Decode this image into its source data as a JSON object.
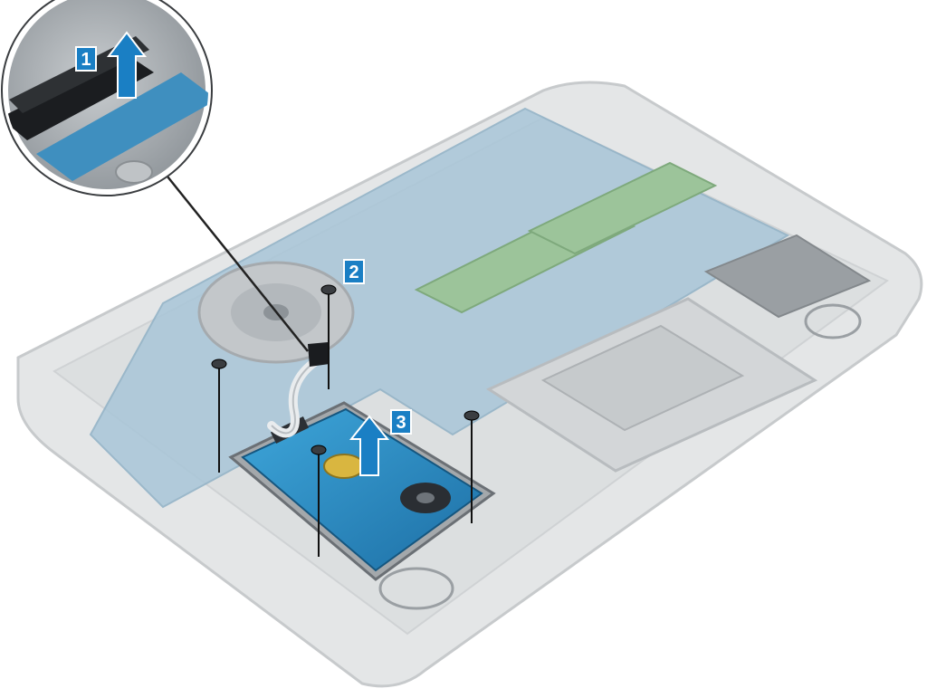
{
  "steps": [
    {
      "number": "1"
    },
    {
      "number": "2"
    },
    {
      "number": "3"
    }
  ],
  "colors": {
    "badge_fill": "#1a7fc4",
    "badge_text": "#ffffff",
    "arrow_fill": "#1a7fc4",
    "chassis": "#d9dbdc",
    "chassis_edge": "#bfc2c4",
    "board": "#7fb0cf",
    "drive_body": "#2d8fc7",
    "drive_frame": "#9ea2a5",
    "callout_line": "#222222"
  },
  "icons": {
    "step_arrow": "up-arrow-icon",
    "fastener": "screw-icon"
  }
}
